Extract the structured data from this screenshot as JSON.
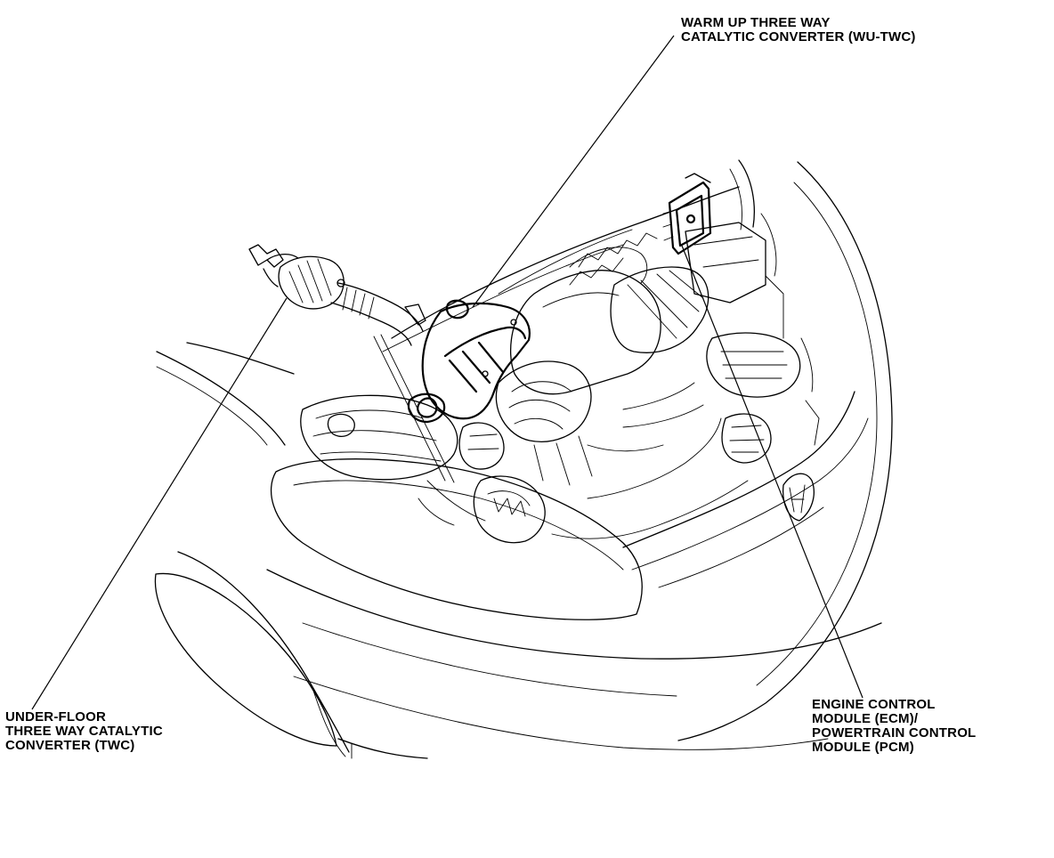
{
  "labels": {
    "wu_twc": {
      "line1": "WARM UP THREE WAY",
      "line2": "CATALYTIC CONVERTER (WU-TWC)"
    },
    "underfloor_twc": {
      "line1": "UNDER-FLOOR",
      "line2": "THREE WAY CATALYTIC",
      "line3": "CONVERTER (TWC)"
    },
    "ecm_pcm": {
      "line1": "ENGINE CONTROL",
      "line2": "MODULE (ECM)/",
      "line3": "POWERTRAIN CONTROL",
      "line4": "MODULE (PCM)"
    }
  },
  "colors": {
    "ink": "#000000",
    "paper": "#ffffff"
  }
}
